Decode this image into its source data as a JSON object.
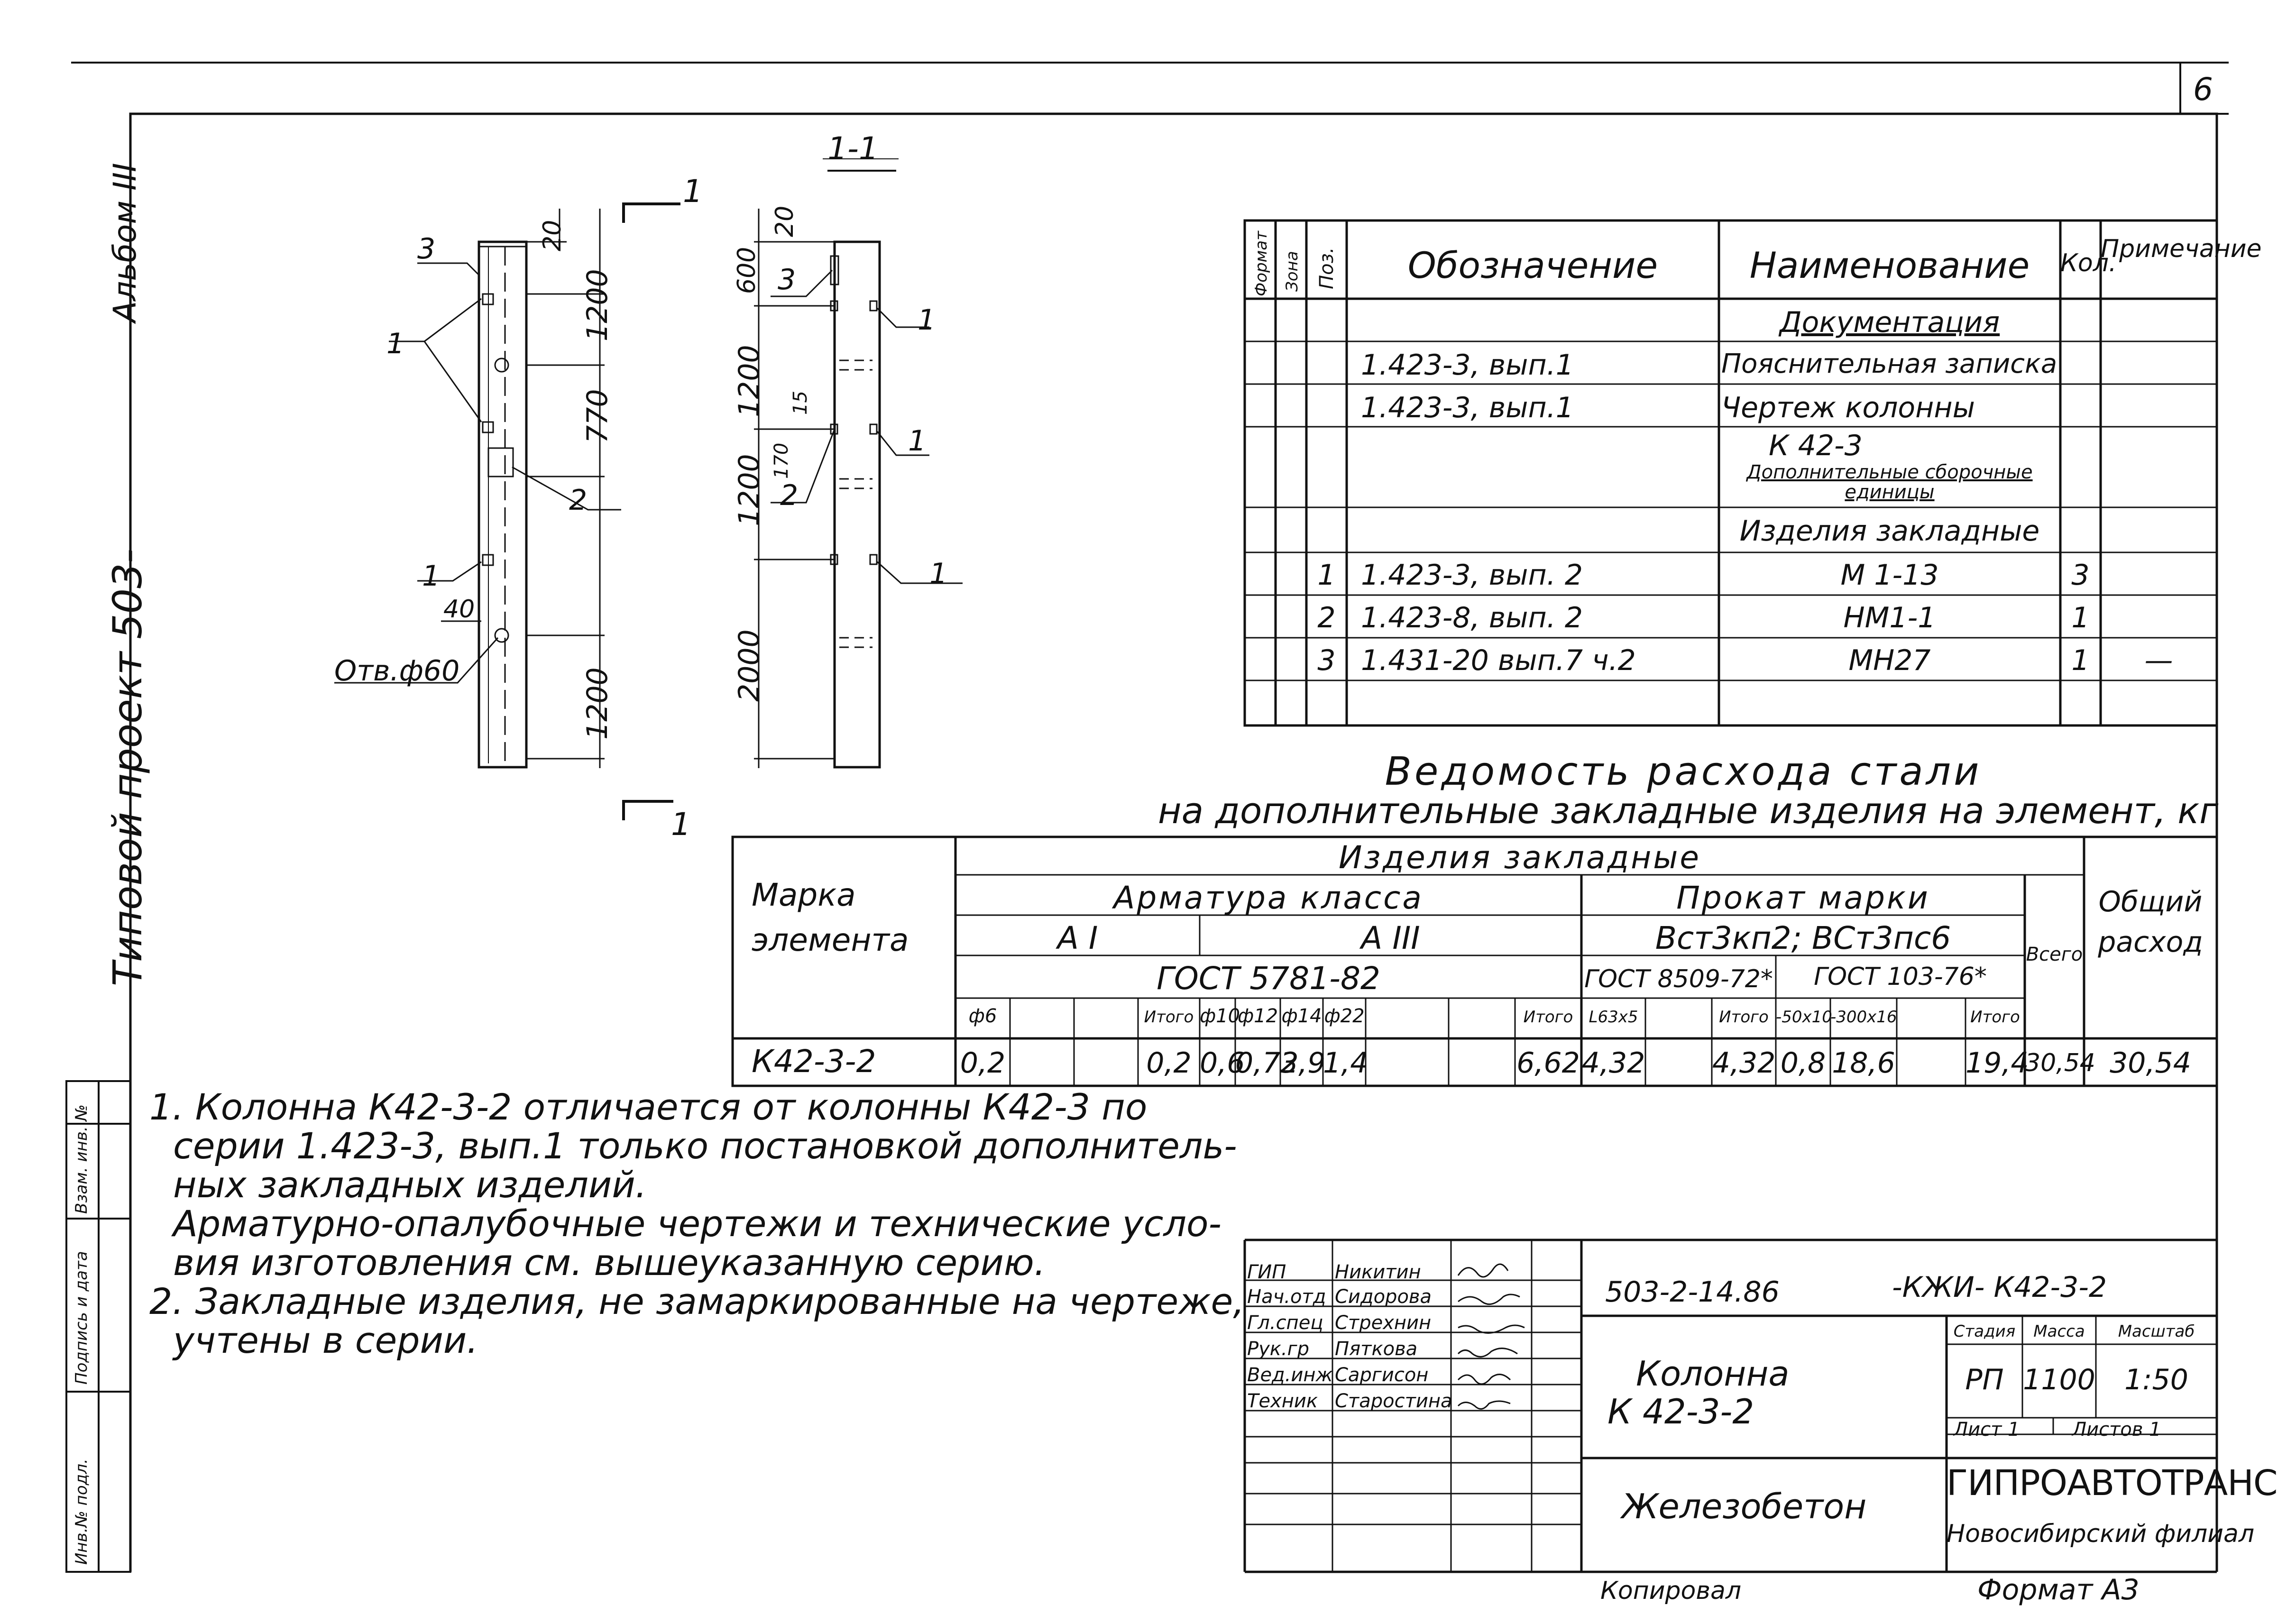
{
  "sheet_number": "6",
  "album_label": "Альбом III",
  "project_label": "Типовой проект 503-",
  "section_label": "1-1",
  "section_marks": [
    "1",
    "1",
    "1"
  ],
  "elevation": {
    "dims": [
      "20",
      "1200",
      "770",
      "1200",
      "40"
    ],
    "callouts": [
      "3",
      "1",
      "2",
      "1"
    ],
    "hole_label": "Отв.ф60"
  },
  "section_view": {
    "dims": [
      "600",
      "20",
      "1200",
      "15",
      "170",
      "1200",
      "2000"
    ],
    "callouts": [
      "3",
      "1",
      "1",
      "2",
      "1"
    ]
  },
  "spec_table": {
    "headers": [
      "Формат",
      "Зона",
      "Поз.",
      "Обозначение",
      "Наименование",
      "Кол.",
      "Примечание"
    ],
    "rows": [
      {
        "pos": "",
        "designation": "",
        "name": "Документация",
        "qty": "",
        "note": ""
      },
      {
        "pos": "",
        "designation": "1.423-3, вып.1",
        "name": "Пояснительная записка",
        "qty": "",
        "note": ""
      },
      {
        "pos": "",
        "designation": "1.423-3, вып.1",
        "name": "Чертеж колонны",
        "qty": "",
        "note": ""
      },
      {
        "pos": "",
        "designation": "",
        "name": "К 42-3",
        "qty": "",
        "note": ""
      },
      {
        "pos": "",
        "designation": "",
        "name": "Дополнительные сборочные единицы",
        "qty": "",
        "note": ""
      },
      {
        "pos": "",
        "designation": "",
        "name": "Изделия закладные",
        "qty": "",
        "note": ""
      },
      {
        "pos": "1",
        "designation": "1.423-3, вып. 2",
        "name": "М 1-13",
        "qty": "3",
        "note": ""
      },
      {
        "pos": "2",
        "designation": "1.423-8, вып. 2",
        "name": "НМ1-1",
        "qty": "1",
        "note": ""
      },
      {
        "pos": "3",
        "designation": "1.431-20 вып.7 ч.2",
        "name": "МН27",
        "qty": "1",
        "note": "—"
      },
      {
        "pos": "",
        "designation": "",
        "name": "",
        "qty": "",
        "note": ""
      }
    ]
  },
  "steel_title": {
    "line1": "Ведомость расхода стали",
    "line2": "на дополнительные закладные изделия на элемент, кг"
  },
  "steel_table": {
    "col_mark": "Марка элемента",
    "col_products": "Изделия закладные",
    "col_rebar": "Арматура класса",
    "col_rolled": "Прокат марки",
    "class_a1": "А I",
    "class_a3": "А III",
    "rolled_grade": "Вст3кп2; ВСт3пс6",
    "gost_rebar": "ГОСТ 5781-82",
    "gost_rolled1": "ГОСТ 8509-72*",
    "gost_rolled2": "ГОСТ 103-76*",
    "col_all": "Всего",
    "col_total": "Общий расход",
    "sub": [
      "ф6",
      "",
      "",
      "Итого",
      "ф10",
      "ф12",
      "ф14",
      "ф22",
      "",
      "Итого",
      "L63х5",
      "",
      "Итого",
      "-50х10",
      "-300х16",
      "",
      "Итого"
    ],
    "row": {
      "mark": "К42-3-2",
      "values": [
        "0,2",
        "",
        "",
        "0,2",
        "0,6",
        "0,72",
        "3,9",
        "1,4",
        "",
        "6,62",
        "4,32",
        "",
        "4,32",
        "0,8",
        "18,6",
        "",
        "19,4"
      ],
      "all": "30,54",
      "total": "30,54"
    }
  },
  "notes": [
    "1. Колонна К42-3-2 отличается от колонны К42-3 по",
    "серии 1.423-3, вып.1 только постановкой дополнитель-",
    "ных закладных изделий.",
    "Арматурно-опалубочные чертежи и технические усло-",
    "вия изготовления см. вышеуказанную серию.",
    "2. Закладные изделия, не замаркированные на чертеже,",
    "учтены в серии."
  ],
  "side_stamp": [
    "Инв.№ подл.",
    "Подпись и дата",
    "Взам. инв. №"
  ],
  "title_block": {
    "code": "503-2-14.86",
    "code_suffix": "-КЖИ- К42-3-2",
    "roles": [
      "ГИП",
      "Нач.отд",
      "Гл.спец",
      "Рук.гр",
      "Вед.инж",
      "Техник"
    ],
    "names": [
      "Никитин",
      "Сидорова",
      "Стрехнин",
      "Пяткова",
      "Саргисон",
      "Старостина"
    ],
    "object_name_1": "Колонна",
    "object_name_2": "К 42-3-2",
    "material": "Железобетон",
    "stage_label": "Стадия",
    "mass_label": "Масса",
    "scale_label": "Масштаб",
    "stage": "РП",
    "mass": "1100",
    "scale": "1:50",
    "sheet_label": "Лист 1",
    "sheets_label": "Листов 1",
    "org_1": "ГИПРОАВТОТРАНС",
    "org_2": "Новосибирский филиал",
    "copied": "Копировал",
    "format": "Формат А3"
  }
}
